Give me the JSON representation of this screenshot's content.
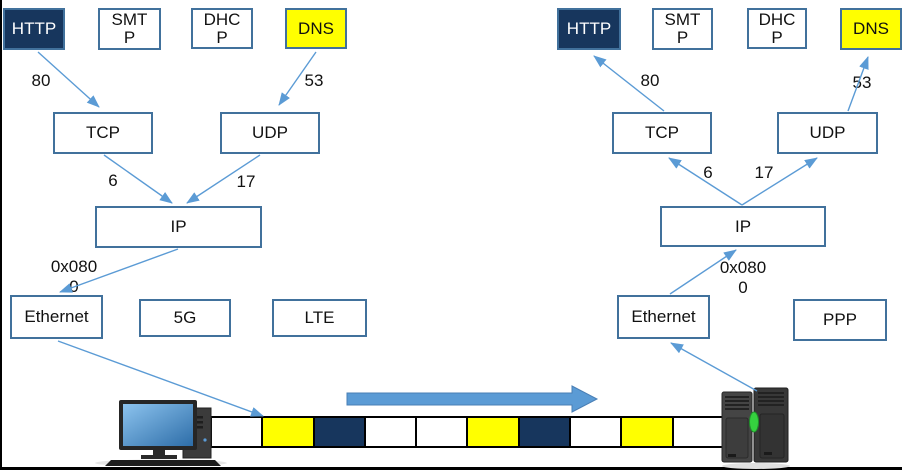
{
  "colors": {
    "navy": "#17365D",
    "yellow": "#FFFF00",
    "border": "#41719C",
    "arrow": "#5B9BD5"
  },
  "sender": {
    "http": "HTTP",
    "smtp": "SMT\nP",
    "dhcp": "DHC\nP",
    "dns": "DNS",
    "port_http": "80",
    "port_dns": "53",
    "tcp": "TCP",
    "udp": "UDP",
    "proto_tcp": "6",
    "proto_udp": "17",
    "ip": "IP",
    "ethertype": "0x080\n0",
    "ethernet": "Ethernet",
    "alt1": "5G",
    "alt2": "LTE"
  },
  "receiver": {
    "http": "HTTP",
    "smtp": "SMT\nP",
    "dhcp": "DHC\nP",
    "dns": "DNS",
    "port_http": "80",
    "port_dns": "53",
    "tcp": "TCP",
    "udp": "UDP",
    "proto_tcp": "6",
    "proto_udp": "17",
    "ip": "IP",
    "ethertype": "0x080\n0",
    "ethernet": "Ethernet",
    "alt1": "PPP"
  },
  "medium": {
    "cells": [
      "white",
      "yellow",
      "navy",
      "white",
      "white",
      "yellow",
      "navy",
      "white",
      "yellow",
      "white"
    ]
  }
}
